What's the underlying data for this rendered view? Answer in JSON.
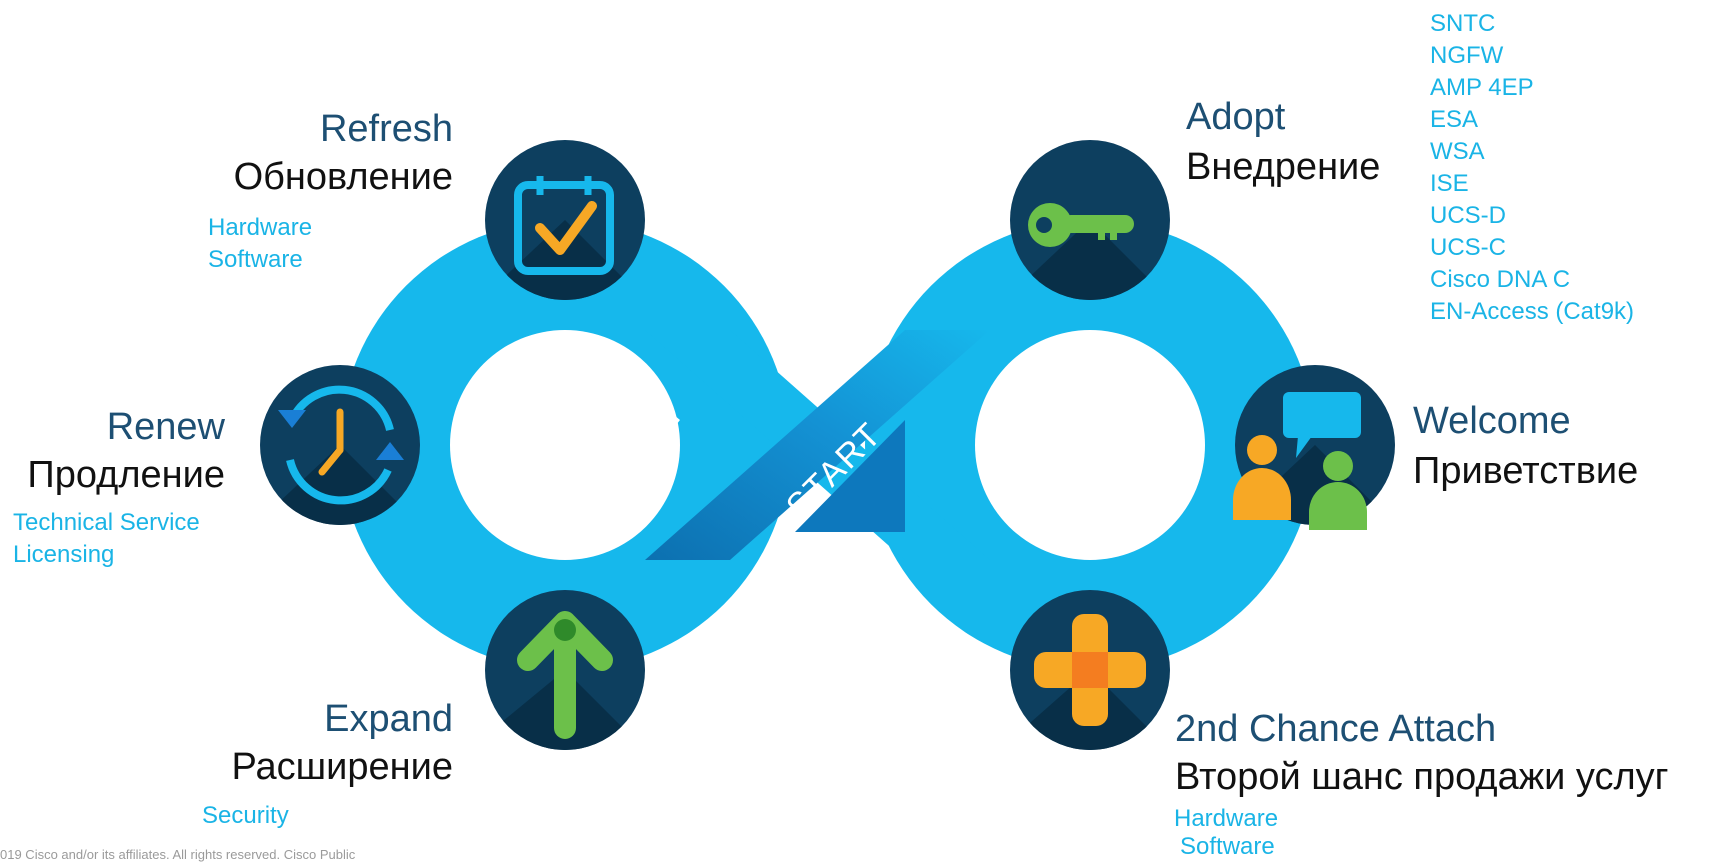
{
  "center_label": "START",
  "stages": {
    "refresh": {
      "en": "Refresh",
      "ru": "Обновление",
      "items": [
        "Hardware",
        "Software"
      ]
    },
    "renew": {
      "en": "Renew",
      "ru": "Продление",
      "items": [
        "Technical Service",
        "Licensing"
      ]
    },
    "expand": {
      "en": "Expand",
      "ru": "Расширение",
      "items": [
        "Security"
      ]
    },
    "adopt": {
      "en": "Adopt",
      "ru": "Внедрение"
    },
    "welcome": {
      "en": "Welcome",
      "ru": "Приветствие"
    },
    "second_chance": {
      "en": "2nd Chance Attach",
      "ru": "Второй шанс продажи услуг",
      "items": [
        "Hardware",
        "Software"
      ]
    }
  },
  "products": [
    "SNTC",
    "NGFW",
    "AMP 4EP",
    "ESA",
    "WSA",
    "ISE",
    "UCS-D",
    "UCS-C",
    "Cisco DNA C",
    "EN-Access (Cat9k)"
  ],
  "footer": "019 Cisco and/or its affiliates. All rights reserved. Cisco Public",
  "icons": [
    "calendar-check-icon",
    "clock-renew-icon",
    "arrow-up-icon",
    "key-icon",
    "people-chat-icon",
    "plus-icon"
  ],
  "colors": {
    "loop": "#16b8ec",
    "icon_bg": "#0d3f5f",
    "green": "#6cc04a",
    "orange": "#f7a825",
    "blue_text": "#1ab4e6"
  }
}
